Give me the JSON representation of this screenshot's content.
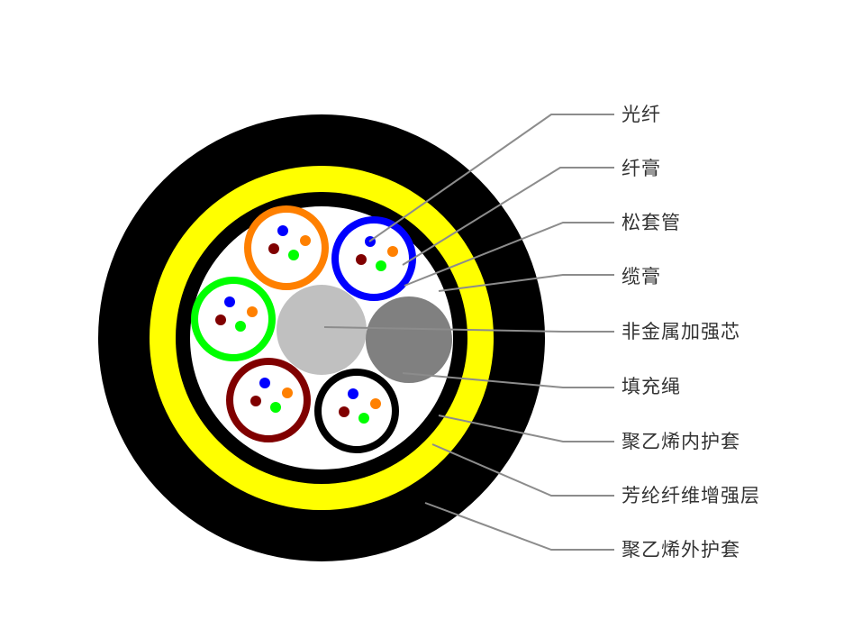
{
  "labels": [
    "光纤",
    "纤膏",
    "松套管",
    "缆膏",
    "非金属加强芯",
    "填充绳",
    "聚乙烯内护套",
    "芳纶纤维增强层",
    "聚乙烯外护套"
  ],
  "colors": {
    "outer_sheath": "#000000",
    "aramid_layer": "#ffff00",
    "inner_sheath": "#000000",
    "cable_gel": "#ffffff",
    "strength_member": "#c0c0c0",
    "filler": "#808080",
    "leader_line": "#8c8c8c",
    "tube_colors": [
      "#ff8000",
      "#0000ff",
      "#00ff00",
      "#800000",
      "#000000"
    ],
    "fiber_colors": [
      "#0000ff",
      "#ff8000",
      "#800000",
      "#00ff00"
    ]
  }
}
